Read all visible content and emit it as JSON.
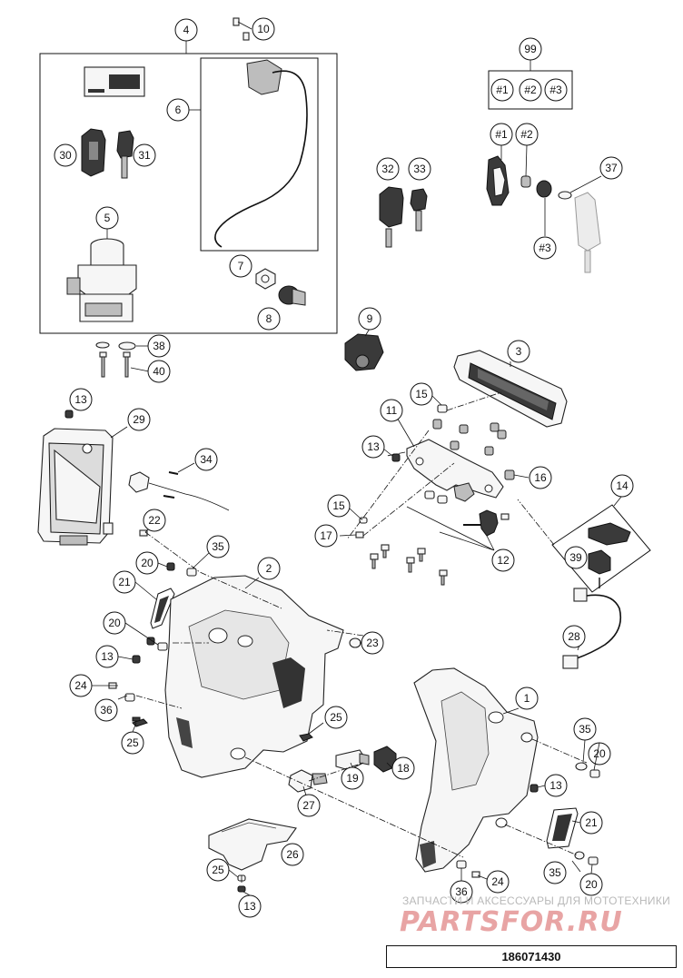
{
  "diagram": {
    "callouts": {
      "c1": "1",
      "c2": "2",
      "c3": "3",
      "c4": "4",
      "c5": "5",
      "c6": "6",
      "c7": "7",
      "c8": "8",
      "c9": "9",
      "c10": "10",
      "c11": "11",
      "c12": "12",
      "c13a": "13",
      "c13b": "13",
      "c13c": "13",
      "c13d": "13",
      "c13e": "13",
      "c14": "14",
      "c15a": "15",
      "c15b": "15",
      "c16": "16",
      "c17": "17",
      "c18": "18",
      "c19": "19",
      "c20a": "20",
      "c20b": "20",
      "c20c": "20",
      "c20d": "20",
      "c21a": "21",
      "c21b": "21",
      "c22": "22",
      "c23": "23",
      "c24a": "24",
      "c24b": "24",
      "c25a": "25",
      "c25b": "25",
      "c25c": "25",
      "c26": "26",
      "c27": "27",
      "c28": "28",
      "c29": "29",
      "c30": "30",
      "c31": "31",
      "c32": "32",
      "c33": "33",
      "c34": "34",
      "c35a": "35",
      "c35b": "35",
      "c35c": "35",
      "c36a": "36",
      "c36b": "36",
      "c37": "37",
      "c38": "38",
      "c39": "39",
      "c40": "40",
      "c99": "99",
      "k1a": "#1",
      "k2a": "#2",
      "k3a": "#3",
      "k1b": "#1",
      "k2b": "#2",
      "k3b": "#3"
    },
    "watermark": {
      "line1": "ЗАПЧАСТИ И АКСЕССУАРЫ ДЛЯ МОТОТЕХНИКИ",
      "brand": "PARTSFOR.RU"
    },
    "diagram_number": "186071430"
  }
}
